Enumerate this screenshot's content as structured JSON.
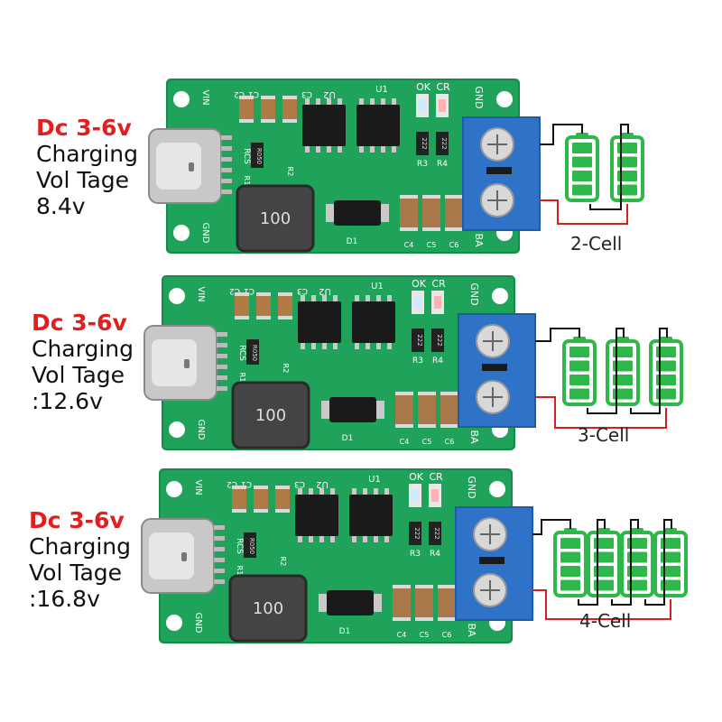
{
  "modules": [
    {
      "label_lines": [
        "Dc 3-6v",
        "Charging",
        "Vol Tage",
        "8.4v"
      ],
      "cell_count": 2,
      "cell_caption": "2-Cell"
    },
    {
      "label_lines": [
        "Dc 3-6v",
        "Charging",
        "Vol Tage",
        ":12.6v"
      ],
      "cell_count": 3,
      "cell_caption": "3-Cell"
    },
    {
      "label_lines": [
        "Dc 3-6v",
        "Charging",
        "Vol Tage",
        ":16.8v"
      ],
      "cell_count": 4,
      "cell_caption": "4-Cell"
    }
  ],
  "board_silkscreen": {
    "vin": "VIN",
    "gnd_left": "GND",
    "c1": "C1",
    "c2": "C2",
    "c3": "C3",
    "u2": "U2",
    "u1": "U1",
    "ok": "OK",
    "cr": "CR",
    "gnd_right": "GND",
    "rcs": "RCS",
    "r050": "R050",
    "r1": "R1",
    "r2": "R2",
    "r3": "R3",
    "r4": "R4",
    "r222a": "222",
    "r222b": "222",
    "inductor": "100",
    "d1": "D1",
    "c4": "C4",
    "c5": "C5",
    "c6": "C6",
    "bat": "BA"
  },
  "colors": {
    "pcb": "#1fa35a",
    "pcb_edge": "#168a49",
    "terminal": "#2f73c9",
    "battery": "#2fb84a",
    "wire_black": "#111111",
    "wire_red": "#d42020",
    "label_highlight": "#e02020"
  }
}
